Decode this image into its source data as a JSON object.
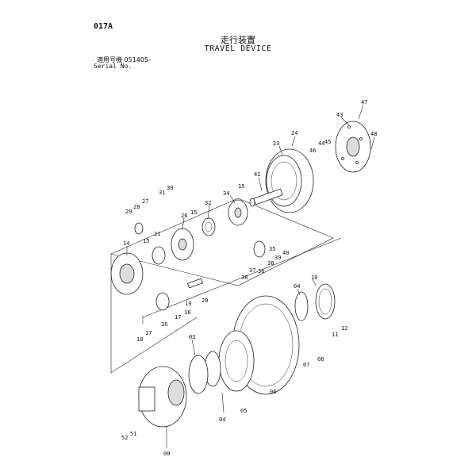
{
  "header": {
    "page_code": "017A",
    "title_jp": "走行装置",
    "title_en": "TRAVEL DEVICE",
    "serial_jp": "適用号機  051405-",
    "serial_en": "Serial No."
  },
  "callouts": [
    "47",
    "43",
    "48",
    "24",
    "23",
    "46",
    "44",
    "45",
    "41",
    "15",
    "34",
    "30",
    "31",
    "29",
    "28",
    "27",
    "32",
    "26",
    "15",
    "21",
    "14",
    "15",
    "35",
    "39",
    "40",
    "38",
    "36",
    "37",
    "38",
    "04",
    "10",
    "16",
    "17",
    "18",
    "19",
    "20",
    "18",
    "17",
    "03",
    "11",
    "12",
    "07",
    "08",
    "04",
    "05",
    "06",
    "52",
    "51",
    "00"
  ]
}
